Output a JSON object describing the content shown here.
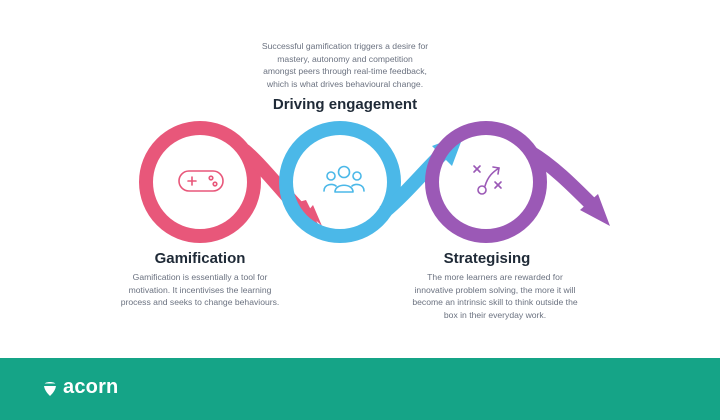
{
  "stages": [
    {
      "id": "gamification",
      "title": "Gamification",
      "description": "Gamification is essentially a tool for\nmotivation. It incentivises the learning\nprocess and seeks to change behaviours.",
      "icon": "game-controller-icon",
      "color": "#e8577a"
    },
    {
      "id": "driving-engagement",
      "title": "Driving engagement",
      "description": "Successful gamification triggers a desire for\nmastery, autonomy and competition\namongst peers through real-time feedback,\nwhich is what drives behavioural change.",
      "icon": "group-of-people-icon",
      "color": "#4bb8e8"
    },
    {
      "id": "strategising",
      "title": "Strategising",
      "description": "The more learners are rewarded for\ninnovative problem solving, the more it will\nbecome an intrinsic skill to think outside the\nbox in their everyday work.",
      "icon": "strategy-play-icon",
      "color": "#9b59b6"
    }
  ],
  "footer": {
    "brand": "acorn",
    "logo_icon": "acorn-leaf-icon",
    "background": "#15a487"
  }
}
